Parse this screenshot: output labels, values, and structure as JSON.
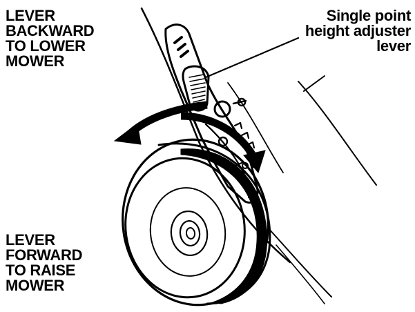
{
  "labels": {
    "backward": [
      "LEVER",
      "BACKWARD",
      "TO LOWER",
      "MOWER"
    ],
    "adjuster": [
      "Single point",
      "height adjuster",
      "lever"
    ],
    "forward": [
      "LEVER",
      "FORWARD",
      "TO RAISE",
      "MOWER"
    ]
  },
  "colors": {
    "ink": "#000000",
    "paper": "#ffffff"
  }
}
